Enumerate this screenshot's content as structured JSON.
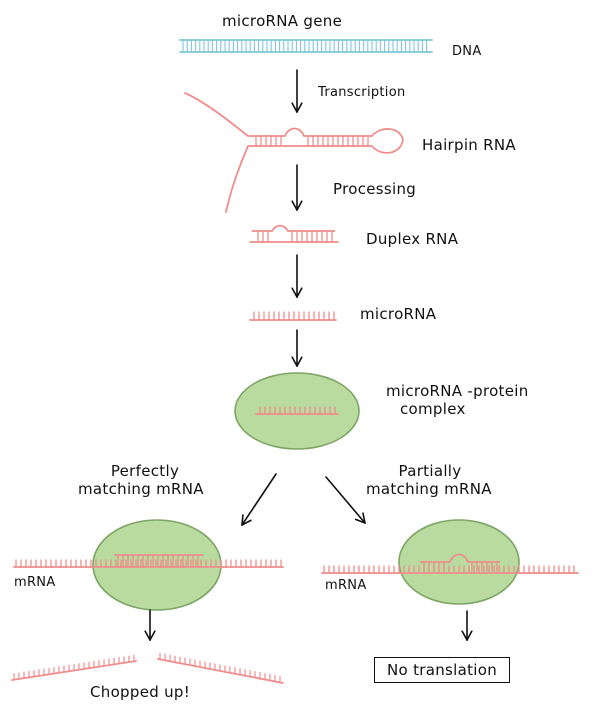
{
  "labels": {
    "gene": "microRNA gene",
    "dna": "DNA",
    "transcription": "Transcription",
    "hairpin": "Hairpin RNA",
    "processing": "Processing",
    "duplex": "Duplex RNA",
    "microrna": "microRNA",
    "complex_line1": "microRNA -protein",
    "complex_line2": "complex",
    "perfect_line1": "Perfectly",
    "perfect_line2": "matching mRNA",
    "partial_line1": "Partially",
    "partial_line2": "matching mRNA",
    "mrna_left": "mRNA",
    "mrna_right": "mRNA",
    "chopped": "Chopped up!",
    "no_translation": "No translation"
  },
  "colors": {
    "rna": "#f08c8c",
    "dna": "#7ec8d8",
    "complex_fill": "#b9dba0",
    "complex_stroke": "#7da564",
    "arrow": "#111111"
  }
}
